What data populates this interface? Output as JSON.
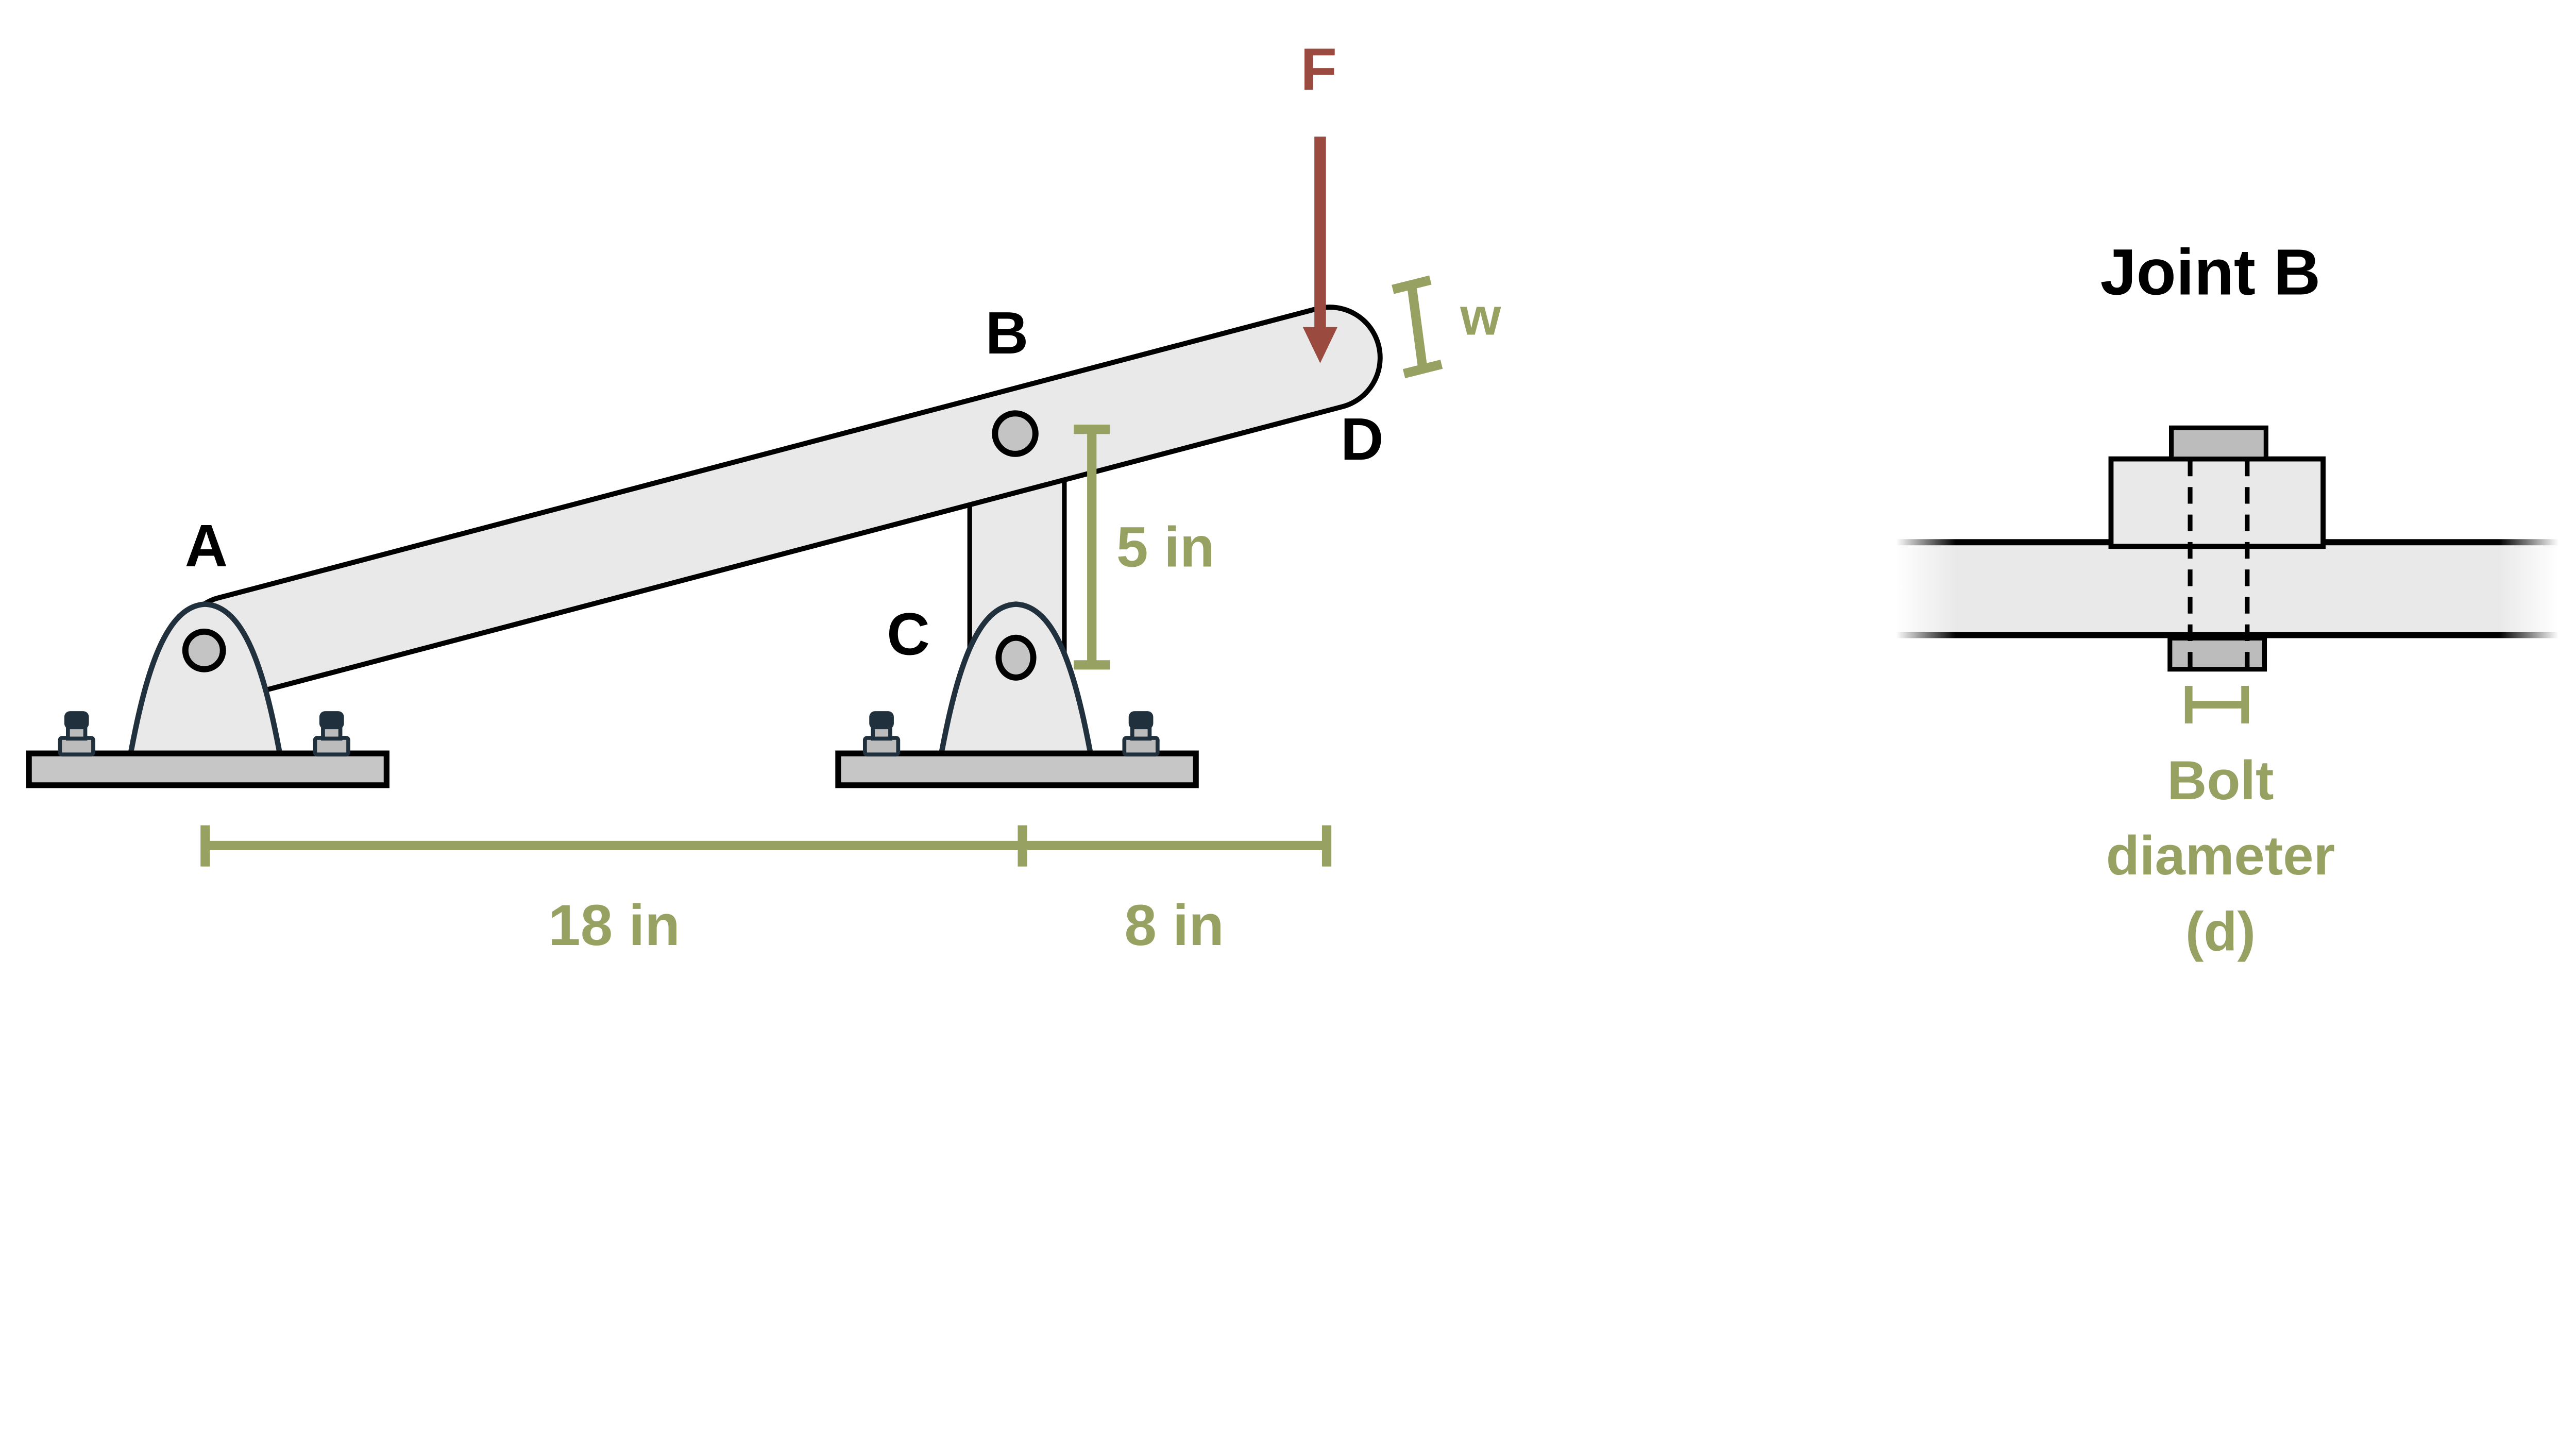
{
  "colors": {
    "olive": "#97A262",
    "red": "#9A4A3F",
    "part": "#E9E9E9",
    "plate": "#C6C6C6",
    "pin": "#C4C4C4",
    "bolt": "#BCBCBC",
    "dome": "#20303C",
    "ink": "#000000"
  },
  "lever_view": {
    "labels": {
      "A": "A",
      "B": "B",
      "C": "C",
      "D": "D"
    },
    "force_label": "F",
    "width_label": "w",
    "dim_b_to_c": "5 in",
    "dim_a_to_c": "18 in",
    "dim_c_to_d": "8 in"
  },
  "joint_view": {
    "title": "Joint B",
    "caption_line1": "Bolt",
    "caption_line2": "diameter",
    "caption_line3": "(d)"
  }
}
